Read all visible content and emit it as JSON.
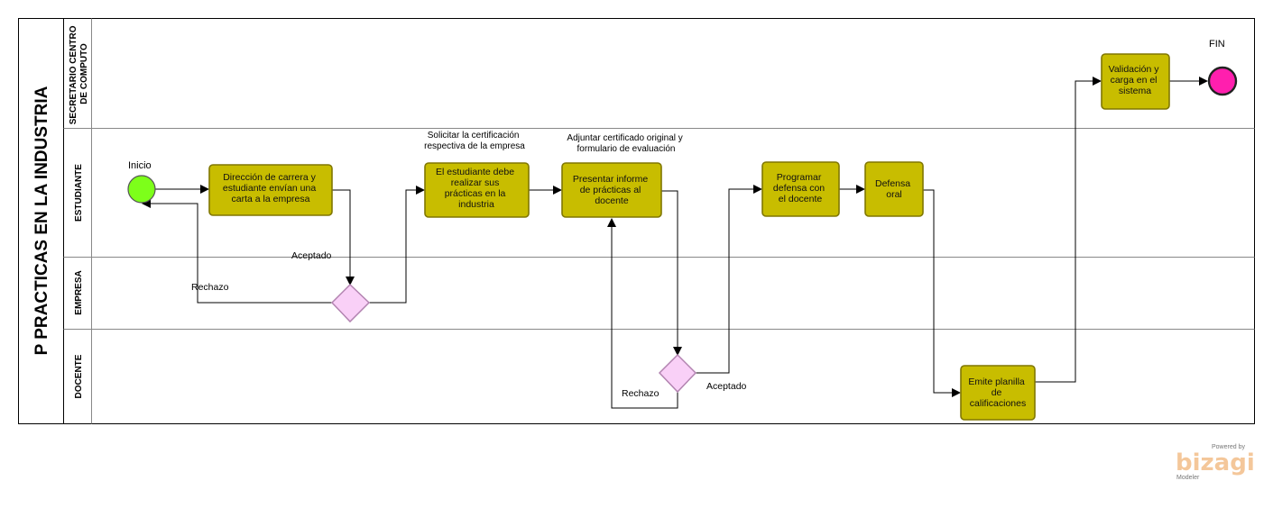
{
  "pool": {
    "title": "P PRACTICAS EN LA INDUSTRIA"
  },
  "lanes": [
    {
      "id": "secretario",
      "label_lines": [
        "SECRETARIO CENTRO",
        "DE COMPUTO"
      ]
    },
    {
      "id": "estudiante",
      "label_lines": [
        "ESTUDIANTE"
      ]
    },
    {
      "id": "empresa",
      "label_lines": [
        "EMPRESA"
      ]
    },
    {
      "id": "docente",
      "label_lines": [
        "DOCENTE"
      ]
    }
  ],
  "events": {
    "start": {
      "label": "Inicio"
    },
    "end": {
      "label": "FIN"
    }
  },
  "tasks": {
    "direccion": {
      "lines": [
        "Dirección de carrera y",
        "estudiante envían una",
        "carta a la empresa"
      ]
    },
    "realizar": {
      "lines": [
        "El estudiante debe",
        "realizar sus",
        "prácticas en la",
        "industria"
      ]
    },
    "presentar": {
      "lines": [
        "Presentar informe",
        "de prácticas al",
        "docente"
      ]
    },
    "programar": {
      "lines": [
        "Programar",
        "defensa con",
        "el docente"
      ]
    },
    "defensa": {
      "lines": [
        "Defensa",
        "oral"
      ]
    },
    "emite": {
      "lines": [
        "Emite planilla",
        "de",
        "calificaciones"
      ]
    },
    "validacion": {
      "lines": [
        "Validación y",
        "carga en el",
        "sistema"
      ]
    }
  },
  "annotations": {
    "certificacion": [
      "Solicitar la certificación",
      "respectiva de la empresa"
    ],
    "adjuntar": [
      "Adjuntar certificado original y",
      "formulario de evaluación"
    ]
  },
  "flow_labels": {
    "aceptado_empresa": "Aceptado",
    "rechazo_empresa": "Rechazo",
    "rechazo_docente": "Rechazo",
    "aceptado_docente": "Aceptado"
  },
  "branding": {
    "powered": "Powered by",
    "name": "bizagi",
    "product": "Modeler"
  },
  "colors": {
    "task_fill": "#c8bd00",
    "start_fill": "#7dff1a",
    "end_fill": "#ff1fae",
    "gateway_fill": "#f9d0f7"
  }
}
